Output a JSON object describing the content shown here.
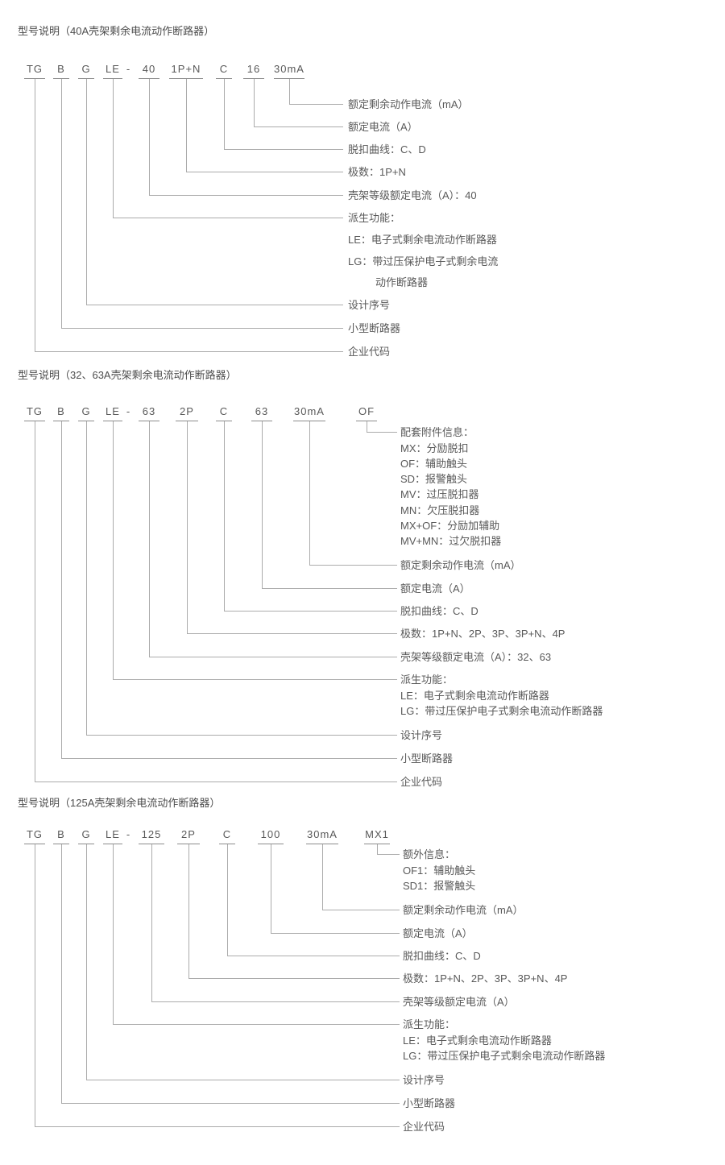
{
  "page": {
    "background": "#ffffff",
    "text_color": "#595959",
    "line_color": "#ababab"
  },
  "sections": [
    {
      "title": "型号说明（40A壳架剩余电流动作断路器）",
      "tokens": [
        "TG",
        "B",
        "G",
        "LE",
        "-",
        "40",
        "1P+N",
        "C",
        "16",
        "30mA"
      ],
      "labels": [
        "额定剩余动作电流（mA）",
        "额定电流（A）",
        "脱扣曲线：C、D",
        "极数：1P+N",
        "壳架等级额定电流（A）：40",
        "派生功能：",
        "LE：电子式剩余电流动作断路器",
        "LG：带过压保护电子式剩余电流",
        "动作断路器",
        "设计序号",
        "小型断路器",
        "企业代码"
      ]
    },
    {
      "title": "型号说明（32、63A壳架剩余电流动作断路器）",
      "tokens": [
        "TG",
        "B",
        "G",
        "LE",
        "-",
        "63",
        "2P",
        "C",
        "63",
        "30mA",
        "OF"
      ],
      "labels": [
        "配套附件信息：",
        "MX：分励脱扣",
        "OF：辅助触头",
        "SD：报警触头",
        "MV：过压脱扣器",
        "MN：欠压脱扣器",
        "MX+OF：分励加辅助",
        "MV+MN：过欠脱扣器",
        "额定剩余动作电流（mA）",
        "额定电流（A）",
        "脱扣曲线：C、D",
        "极数：1P+N、2P、3P、3P+N、4P",
        "壳架等级额定电流（A）：32、63",
        "派生功能：",
        "LE：电子式剩余电流动作断路器",
        "LG：带过压保护电子式剩余电流动作断路器",
        "设计序号",
        "小型断路器",
        "企业代码"
      ]
    },
    {
      "title": "型号说明（125A壳架剩余电流动作断路器）",
      "tokens": [
        "TG",
        "B",
        "G",
        "LE",
        "-",
        "125",
        "2P",
        "C",
        "100",
        "30mA",
        "MX1"
      ],
      "labels": [
        "额外信息：",
        "OF1：辅助触头",
        "SD1：报警触头",
        "额定剩余动作电流（mA）",
        "额定电流（A）",
        "脱扣曲线：C、D",
        "极数：1P+N、2P、3P、3P+N、4P",
        "壳架等级额定电流（A）",
        "派生功能：",
        "LE：电子式剩余电流动作断路器",
        "LG：带过压保护电子式剩余电流动作断路器",
        "设计序号",
        "小型断路器",
        "企业代码"
      ]
    }
  ]
}
